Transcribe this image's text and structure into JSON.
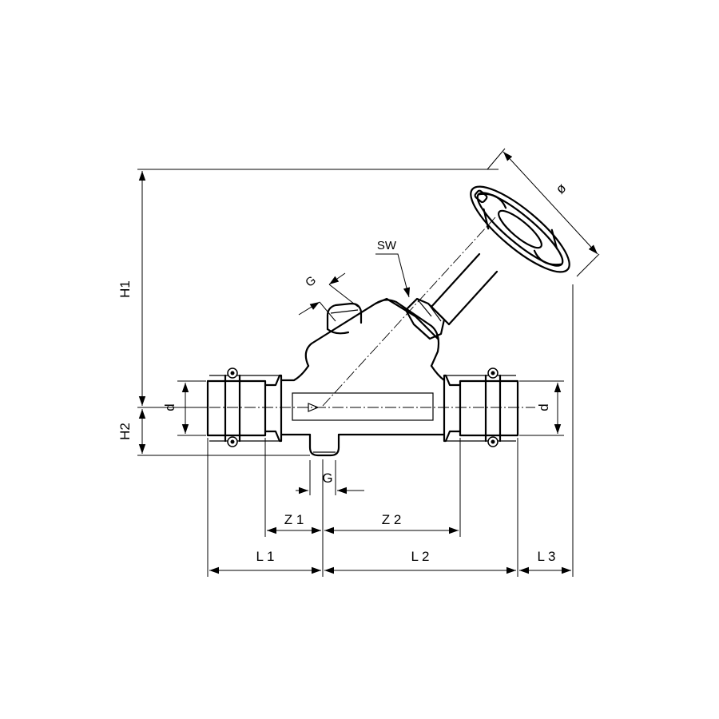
{
  "labels": {
    "h1": "H1",
    "h2": "H2",
    "d_left": "d",
    "d_right": "d",
    "g_top": "G",
    "g_bottom": "G",
    "sw": "SW",
    "diameter": "ø",
    "z1": "Z 1",
    "z2": "Z 2",
    "l1": "L 1",
    "l2": "L 2",
    "l3": "L 3"
  }
}
